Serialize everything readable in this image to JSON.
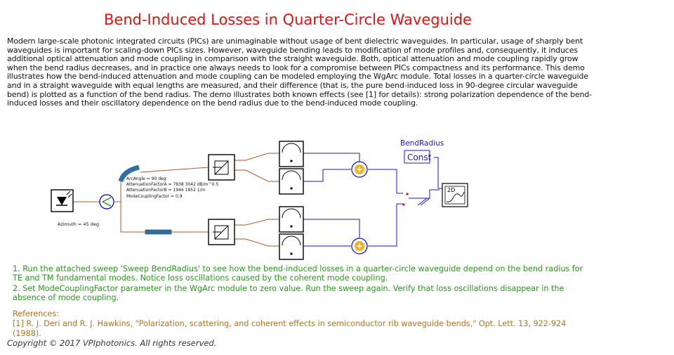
{
  "title": "Bend-Induced Losses in Quarter-Circle Waveguide",
  "intro": "Modern large-scale photonic integrated circuits (PICs) are unimaginable without usage of bent dielectric waveguides. In particular, usage of sharply bent waveguides is important for scaling-down PICs sizes. However, waveguide bending leads to modification of mode profiles and, consequently, it induces additional optical attenuation and mode coupling in comparison with the straight waveguide. Both, optical attenuation and mode coupling rapidly grow when the bend radius decreases, and in practice one always needs to look for a compromise between PICs compactness and its performance. This demo illustrates how the bend-induced attenuation and mode coupling can be modeled employing the WgArc module. Total losses in a quarter-circle waveguide and in a straight waveguide with equal lengths are measured, and their difference (that is, the pure bend-induced loss in 90-degree circular waveguide bend) is plotted as a function of the bend radius. The demo illustrates both known effects (see [1] for details): strong polarization dependence of the bend-induced losses and their oscillatory dependence on the bend radius due to the bend-induced mode coupling.",
  "diagram": {
    "bend_radius_label": "BendRadius",
    "const_label": "Const",
    "plot_label": "2D",
    "azimuth_label": "Azimuth = 45 deg",
    "arc_params": [
      "ArcAngle = 90 deg",
      "AttenuationFactorA = 7838 3042 dB/m^0.5",
      "AttenuationFactorB = 1946 1852 1/m",
      "ModeCouplingFactor = 0.9"
    ]
  },
  "instructions": [
    "1. Run the attached sweep 'Sweep BendRadius' to see how the bend-induced losses in a quarter-circle waveguide depend on the bend radius for TE and TM fundamental modes. Notice loss oscillations caused by the coherent mode coupling.",
    "2. Set ModeCouplingFactor parameter in the WgArc module to zero value. Run the sweep again. Verify that loss oscillations disappear in the absence of mode coupling."
  ],
  "references_heading": "References:",
  "reference_1": "[1] R. J. Deri and R. J. Hawkins, \"Polarization, scattering, and coherent effects in semiconductor rib waveguide bends,\" Opt. Lett. 13, 922-924 (1988).",
  "copyright": "Copyright © 2017 VPIphotonics. All rights reserved.",
  "colors": {
    "title": "#e11414",
    "instructions": "#2a9a1c",
    "references": "#b3741e",
    "blue_label": "#1a1ad0",
    "optical_wire": "#b05a2a",
    "electrical_wire": "#1a1ad0"
  }
}
